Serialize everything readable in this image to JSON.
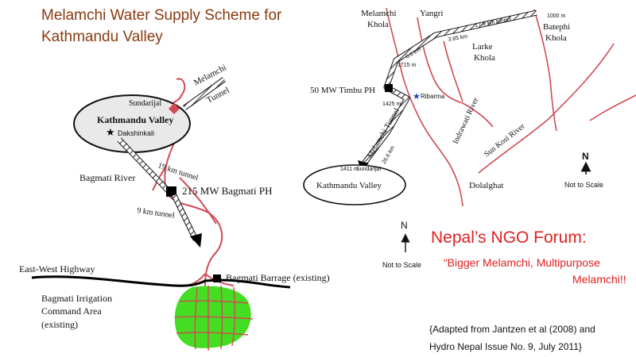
{
  "title": {
    "line1": "Melamchi Water Supply Scheme for",
    "line2": "Kathmandu Valley"
  },
  "left_map": {
    "sundarijal": "Sundarijal",
    "melamchi_tunnel_1": "Melamchi",
    "melamchi_tunnel_2": "Tunnel",
    "valley": "Kathmandu Valley",
    "dakshinkali": "Dakshinkali",
    "tunnel_19": "19 km tunnel",
    "bagmati_river": "Bagmati River",
    "bagmati_ph": "215 MW Bagmati PH",
    "tunnel_9": "9 km tunnel",
    "highway": "East-West Highway",
    "barrage": "Bagmati Barrage (existing)",
    "irrigation_1": "Bagmati Irrigation",
    "irrigation_2": "Command Area",
    "irrigation_3": "(existing)",
    "north": "N",
    "not_to_scale": "Not to Scale"
  },
  "right_map": {
    "melamchi_khola_1": "Melamchi",
    "melamchi_khola_2": "Khola",
    "yangri": "Yangri",
    "batephi_1": "Batephi",
    "batephi_2": "Khola",
    "tunnel_178": "17.8 km tunnel",
    "elev_1000": "1000 m",
    "dist_385": "3.85 km",
    "larke_1": "Larke",
    "larke_2": "Khola",
    "dist_68": "6.8 km",
    "elev_1715": "1715 m",
    "timbu_ph": "50 MW Timbu PH",
    "elev_1425": "1425 m",
    "ribarma": "Ribarma",
    "indrawati": "Indrawati River",
    "melamchi_tunnel": "Melamchi Tunnel",
    "dist_266": "26.6 km",
    "sun_kosi": "Sun Kosi River",
    "elev_1411": "1411 m",
    "sundarijal": "Sundarijal",
    "valley": "Kathmandu Valley",
    "dolalghat": "Dolalghat",
    "north": "N",
    "not_to_scale": "Not to Scale"
  },
  "forum": {
    "heading": "Nepal’s NGO Forum:",
    "line1": "“Bigger Melamchi, Multipurpose",
    "line2": "Melamchi!!"
  },
  "citation": {
    "line1": "{Adapted from Jantzen et al (2008) and",
    "line2": "Hydro Nepal Issue No. 9, July 2011}"
  },
  "colors": {
    "river": "#d04a55",
    "tunnel": "#555555",
    "irrigation": "#44dd22",
    "forum": "#e02020",
    "title": "#8a3a10"
  }
}
